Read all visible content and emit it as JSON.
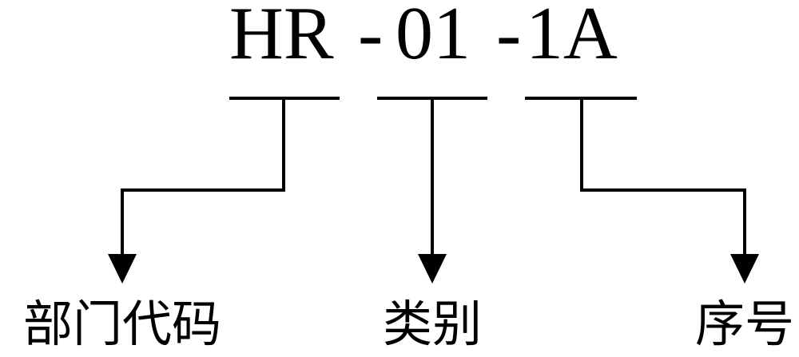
{
  "code": {
    "segments": [
      "HR",
      "-",
      "01",
      "-",
      "1A"
    ]
  },
  "labels": {
    "department": "部门代码",
    "category": "类别",
    "sequence": "序号"
  },
  "colors": {
    "ink": "#000000",
    "background": "#ffffff"
  }
}
